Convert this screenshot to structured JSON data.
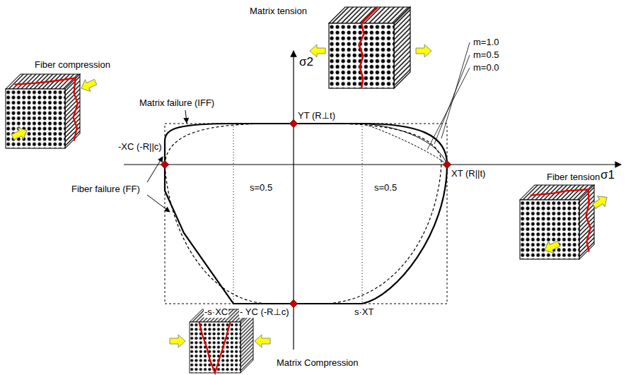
{
  "diagram": {
    "labels": [
      "Matrix tension",
      "σ2",
      "Fiber compression",
      "Matrix failure (IFF)",
      "YT (R⊥t)",
      "m=1.0",
      "m=0.5",
      "m=0.0",
      "-XC (-R||c)",
      "σ1",
      "Fiber failure (FF)",
      "s=0.5",
      "s=0.5",
      "XT (R||t)",
      "Fiber tension",
      "-s·XC",
      "- YC (-R⊥c)",
      "s·XT",
      "Matrix Compression"
    ]
  }
}
